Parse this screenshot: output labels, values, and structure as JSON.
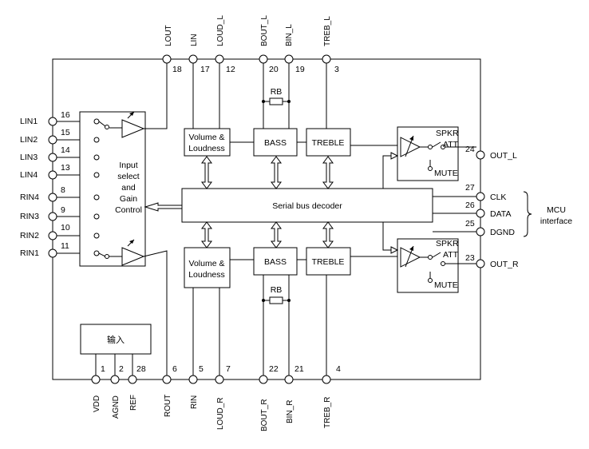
{
  "chip": {
    "top_pins": [
      {
        "name": "LOUT",
        "num": "18"
      },
      {
        "name": "LIN",
        "num": "17"
      },
      {
        "name": "LOUD_L",
        "num": "12"
      },
      {
        "name": "BOUT_L",
        "num": "20"
      },
      {
        "name": "BIN_L",
        "num": "19"
      },
      {
        "name": "TREB_L",
        "num": "3"
      }
    ],
    "bottom_pins": [
      {
        "name": "VDD",
        "num": "1"
      },
      {
        "name": "AGND",
        "num": "2"
      },
      {
        "name": "REF",
        "num": "28"
      },
      {
        "name": "ROUT",
        "num": "6"
      },
      {
        "name": "RIN",
        "num": "5"
      },
      {
        "name": "LOUD_R",
        "num": "7"
      },
      {
        "name": "BOUT_R",
        "num": "22"
      },
      {
        "name": "BIN_R",
        "num": "21"
      },
      {
        "name": "TREB_R",
        "num": "4"
      }
    ],
    "left_pins": [
      {
        "name": "LIN1",
        "num": "16"
      },
      {
        "name": "LIN2",
        "num": "15"
      },
      {
        "name": "LIN3",
        "num": "14"
      },
      {
        "name": "LIN4",
        "num": "13"
      },
      {
        "name": "RIN4",
        "num": "8"
      },
      {
        "name": "RIN3",
        "num": "9"
      },
      {
        "name": "RIN2",
        "num": "10"
      },
      {
        "name": "RIN1",
        "num": "11"
      }
    ],
    "right_pins": [
      {
        "name": "OUT_L",
        "num": "24"
      },
      {
        "name": "CLK",
        "num": "27"
      },
      {
        "name": "DATA",
        "num": "26"
      },
      {
        "name": "DGND",
        "num": "25"
      },
      {
        "name": "OUT_R",
        "num": "23"
      }
    ],
    "blocks": {
      "input_select": [
        "Input",
        "select",
        "and",
        "Gain",
        "Control"
      ],
      "volume": [
        "Volume &",
        "Loudness"
      ],
      "bass": "BASS",
      "treble": "TREBLE",
      "serial": "Serial bus decoder",
      "power": "输入",
      "rb": "RB",
      "spkr": [
        "SPKR",
        "ATT"
      ],
      "mute": "MUTE"
    },
    "mcu": [
      "MCU",
      "interface"
    ]
  }
}
